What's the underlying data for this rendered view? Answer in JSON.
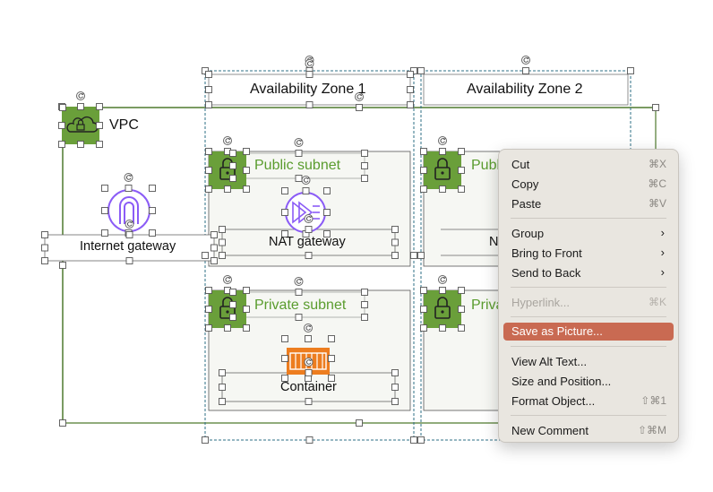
{
  "diagram": {
    "vpc_label": "VPC",
    "internet_gateway_label": "Internet gateway",
    "az1_label": "Availability Zone 1",
    "az2_label": "Availability Zone 2",
    "public_subnet_label": "Public subnet",
    "private_subnet_label": "Private subnet",
    "nat_gateway_label": "NAT gateway",
    "container_label": "Container",
    "public_subnet_clipped": "Publ",
    "private_subnet_clipped": "Priva",
    "nat_clipped": "N"
  },
  "colors": {
    "subnet_green": "#5a9c2e",
    "icon_green": "#6a9f3a",
    "purple": "#8b5cf6",
    "orange": "#ed7d1f",
    "highlight": "#c96a52"
  },
  "context_menu": {
    "cut": {
      "label": "Cut",
      "shortcut": "⌘X"
    },
    "copy": {
      "label": "Copy",
      "shortcut": "⌘C"
    },
    "paste": {
      "label": "Paste",
      "shortcut": "⌘V"
    },
    "group": {
      "label": "Group"
    },
    "bring_to_front": {
      "label": "Bring to Front"
    },
    "send_to_back": {
      "label": "Send to Back"
    },
    "hyperlink": {
      "label": "Hyperlink...",
      "shortcut": "⌘K"
    },
    "save_as_picture": {
      "label": "Save as Picture..."
    },
    "view_alt_text": {
      "label": "View Alt Text..."
    },
    "size_and_position": {
      "label": "Size and Position..."
    },
    "format_object": {
      "label": "Format Object...",
      "shortcut": "⇧⌘1"
    },
    "new_comment": {
      "label": "New Comment",
      "shortcut": "⇧⌘M"
    }
  }
}
